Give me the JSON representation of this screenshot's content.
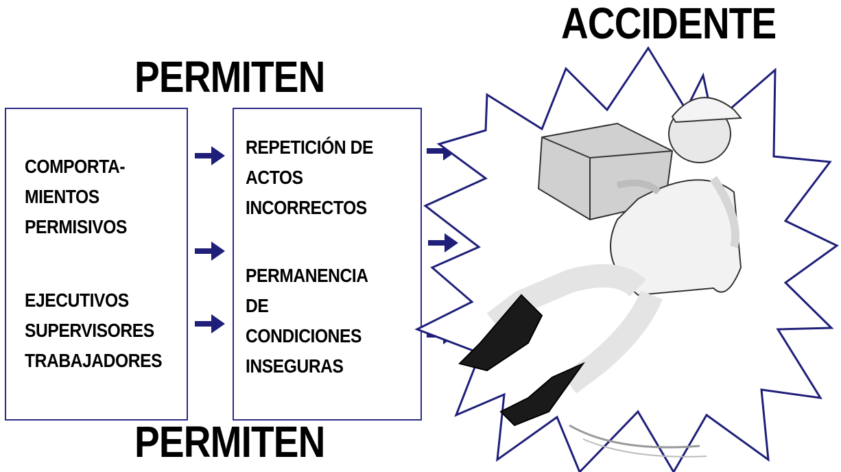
{
  "titles": {
    "top": "PERMITEN",
    "bottom": "PERMITEN",
    "accident": "ACCIDENTE"
  },
  "left_box": {
    "group1": [
      "COMPORTA-",
      "MIENTOS",
      "PERMISIVOS"
    ],
    "group2": [
      "EJECUTIVOS",
      "SUPERVISORES",
      "TRABAJADORES"
    ]
  },
  "middle_box": {
    "group1": [
      "REPETICIÓN DE",
      "ACTOS",
      "INCORRECTOS"
    ],
    "group2": [
      "PERMANENCIA",
      "DE",
      "CONDICIONES",
      "INSEGURAS"
    ]
  },
  "colors": {
    "arrow": "#1f1f7a",
    "box_border": "#2a2a8a",
    "burst_outline": "#1f1f7a"
  },
  "icons": {
    "arrow": "right-arrow-icon",
    "illustration": "falling-worker-with-box-illustration"
  }
}
